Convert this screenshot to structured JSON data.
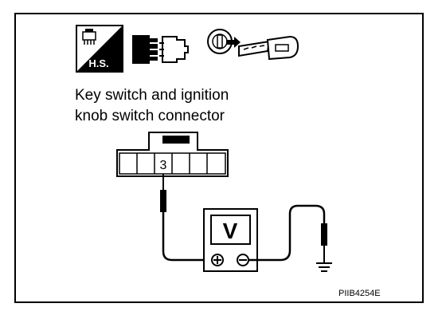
{
  "caption": {
    "line1": "Key switch and ignition",
    "line2": "knob switch connector"
  },
  "connector": {
    "terminal": "3"
  },
  "meter": {
    "label": "V"
  },
  "badge": {
    "label": "H.S."
  },
  "figure_code": "PIIB4254E",
  "icons": [
    "harness-side-icon",
    "connector-icon",
    "ignition-key-icon",
    "ground-icon"
  ]
}
